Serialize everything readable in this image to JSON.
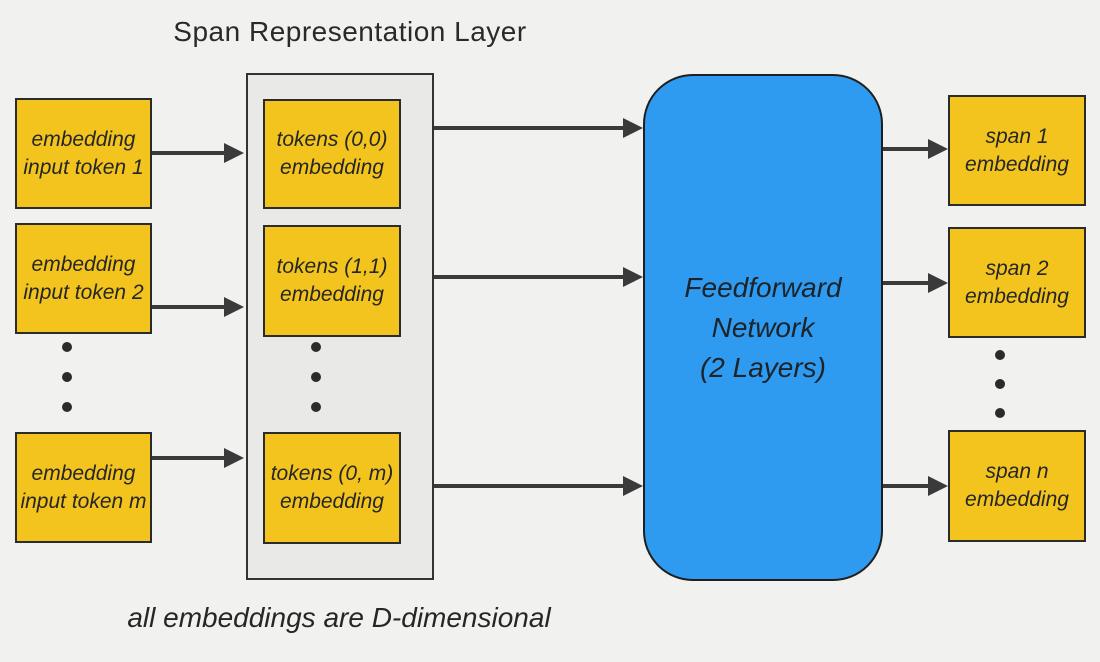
{
  "title": "Span Representation Layer",
  "caption": "all embeddings are D-dimensional",
  "colors": {
    "background": "#f1f1f0",
    "box_yellow": "#f2c41d",
    "network_blue": "#2f9bf0",
    "container_gray": "#e9e9e8",
    "border": "#2b2b2b",
    "arrow": "#3a3a3a",
    "text": "#262626"
  },
  "left_column": {
    "boxes": [
      {
        "line1": "embedding",
        "line2": "input token 1"
      },
      {
        "line1": "embedding",
        "line2": "input token 2"
      },
      {
        "line1": "embedding",
        "line2": "input token m"
      }
    ]
  },
  "span_layer": {
    "boxes": [
      {
        "line1": "tokens (0,0)",
        "line2": "embedding"
      },
      {
        "line1": "tokens (1,1)",
        "line2": "embedding"
      },
      {
        "line1": "tokens (0, m)",
        "line2": "embedding"
      }
    ]
  },
  "network": {
    "line1": "Feedforward",
    "line2": "Network",
    "line3": "(2 Layers)"
  },
  "right_column": {
    "boxes": [
      {
        "line1": "span 1",
        "line2": "embedding"
      },
      {
        "line1": "span 2",
        "line2": "embedding"
      },
      {
        "line1": "span n",
        "line2": "embedding"
      }
    ]
  }
}
